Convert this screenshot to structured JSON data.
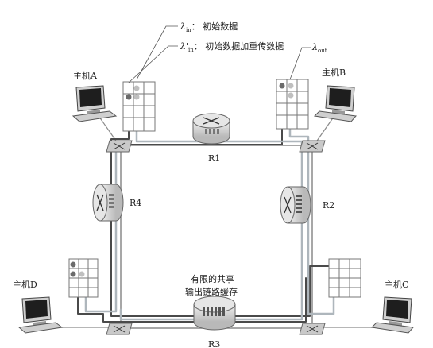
{
  "hosts": {
    "a": "主机A",
    "b": "主机B",
    "c": "主机C",
    "d": "主机D"
  },
  "routers": {
    "r1": "R1",
    "r2": "R2",
    "r3": "R3",
    "r4": "R4"
  },
  "legend": {
    "lambda_in_symbol": "λ",
    "lambda_in_sub": "in",
    "lambda_in_text": "： 初始数据",
    "lambda_in_prime_symbol": "λ'",
    "lambda_in_prime_sub": "in",
    "lambda_in_prime_text": "： 初始数据加重传数据",
    "lambda_out_symbol": "λ",
    "lambda_out_sub": "out"
  },
  "buffer_label": {
    "line1": "有限的共享",
    "line2": "输出链路缓存"
  },
  "colors": {
    "path_dark": "#4a4a4a",
    "path_light": "#aeb6bc",
    "dot_dark": "#6b6b6b",
    "dot_light": "#bfbfbf",
    "router_fill": "#d8d8d8",
    "switch_fill": "#c9c9c9"
  }
}
